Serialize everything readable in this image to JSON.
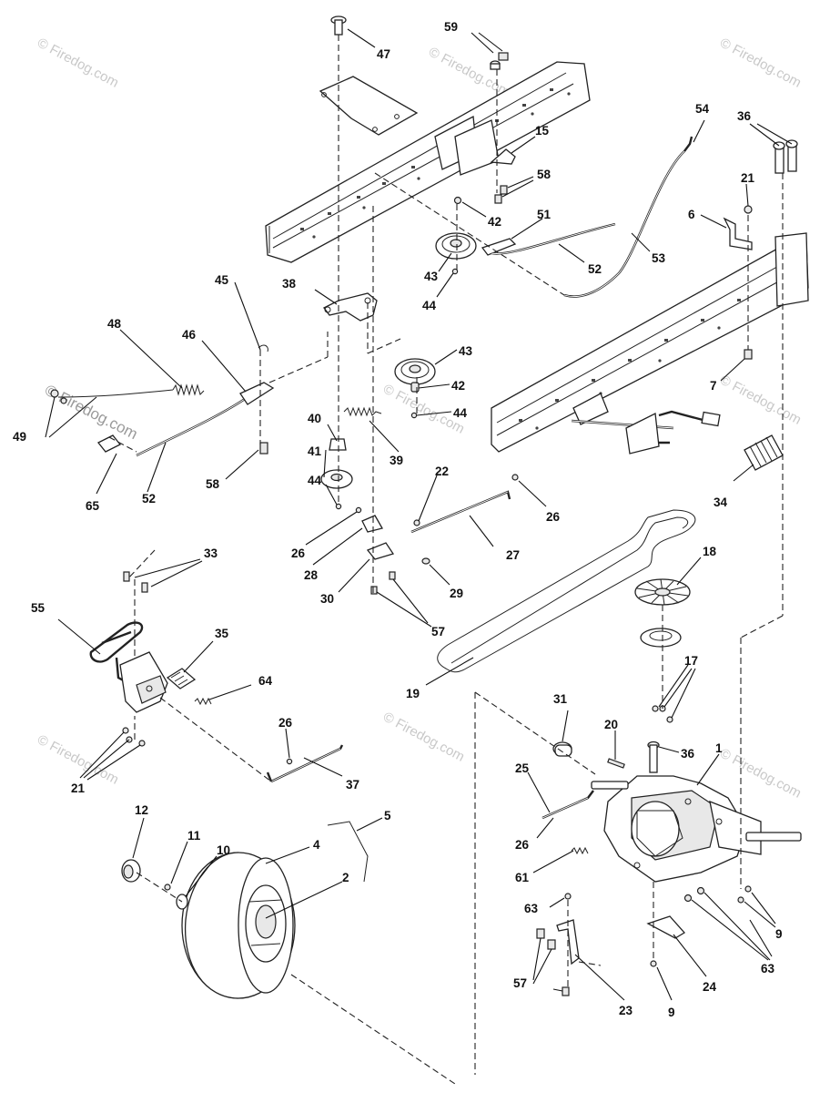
{
  "watermarks": {
    "text": "© Firedog.com",
    "prominent": "© Firedog.com"
  },
  "callouts": [
    {
      "id": "c1",
      "text": "1"
    },
    {
      "id": "c2",
      "text": "2"
    },
    {
      "id": "c4",
      "text": "4"
    },
    {
      "id": "c5",
      "text": "5"
    },
    {
      "id": "c6",
      "text": "6"
    },
    {
      "id": "c7",
      "text": "7"
    },
    {
      "id": "c9a",
      "text": "9"
    },
    {
      "id": "c9b",
      "text": "9"
    },
    {
      "id": "c10",
      "text": "10"
    },
    {
      "id": "c11",
      "text": "11"
    },
    {
      "id": "c12",
      "text": "12"
    },
    {
      "id": "c15",
      "text": "15"
    },
    {
      "id": "c17",
      "text": "17"
    },
    {
      "id": "c18",
      "text": "18"
    },
    {
      "id": "c19",
      "text": "19"
    },
    {
      "id": "c20",
      "text": "20"
    },
    {
      "id": "c21a",
      "text": "21"
    },
    {
      "id": "c21b",
      "text": "21"
    },
    {
      "id": "c22",
      "text": "22"
    },
    {
      "id": "c23",
      "text": "23"
    },
    {
      "id": "c24",
      "text": "24"
    },
    {
      "id": "c25",
      "text": "25"
    },
    {
      "id": "c26a",
      "text": "26"
    },
    {
      "id": "c26b",
      "text": "26"
    },
    {
      "id": "c26c",
      "text": "26"
    },
    {
      "id": "c26d",
      "text": "26"
    },
    {
      "id": "c27",
      "text": "27"
    },
    {
      "id": "c28",
      "text": "28"
    },
    {
      "id": "c29",
      "text": "29"
    },
    {
      "id": "c30",
      "text": "30"
    },
    {
      "id": "c31",
      "text": "31"
    },
    {
      "id": "c33",
      "text": "33"
    },
    {
      "id": "c34",
      "text": "34"
    },
    {
      "id": "c35",
      "text": "35"
    },
    {
      "id": "c36a",
      "text": "36"
    },
    {
      "id": "c36b",
      "text": "36"
    },
    {
      "id": "c37",
      "text": "37"
    },
    {
      "id": "c38",
      "text": "38"
    },
    {
      "id": "c39",
      "text": "39"
    },
    {
      "id": "c40",
      "text": "40"
    },
    {
      "id": "c41",
      "text": "41"
    },
    {
      "id": "c42a",
      "text": "42"
    },
    {
      "id": "c42b",
      "text": "42"
    },
    {
      "id": "c43a",
      "text": "43"
    },
    {
      "id": "c43b",
      "text": "43"
    },
    {
      "id": "c44a",
      "text": "44"
    },
    {
      "id": "c44b",
      "text": "44"
    },
    {
      "id": "c44c",
      "text": "44"
    },
    {
      "id": "c45",
      "text": "45"
    },
    {
      "id": "c46",
      "text": "46"
    },
    {
      "id": "c47",
      "text": "47"
    },
    {
      "id": "c48",
      "text": "48"
    },
    {
      "id": "c49",
      "text": "49"
    },
    {
      "id": "c51",
      "text": "51"
    },
    {
      "id": "c52a",
      "text": "52"
    },
    {
      "id": "c52b",
      "text": "52"
    },
    {
      "id": "c53",
      "text": "53"
    },
    {
      "id": "c54",
      "text": "54"
    },
    {
      "id": "c55",
      "text": "55"
    },
    {
      "id": "c57a",
      "text": "57"
    },
    {
      "id": "c57b",
      "text": "57"
    },
    {
      "id": "c58a",
      "text": "58"
    },
    {
      "id": "c58b",
      "text": "58"
    },
    {
      "id": "c59",
      "text": "59"
    },
    {
      "id": "c61",
      "text": "61"
    },
    {
      "id": "c63a",
      "text": "63"
    },
    {
      "id": "c63b",
      "text": "63"
    },
    {
      "id": "c64",
      "text": "64"
    },
    {
      "id": "c65",
      "text": "65"
    }
  ]
}
